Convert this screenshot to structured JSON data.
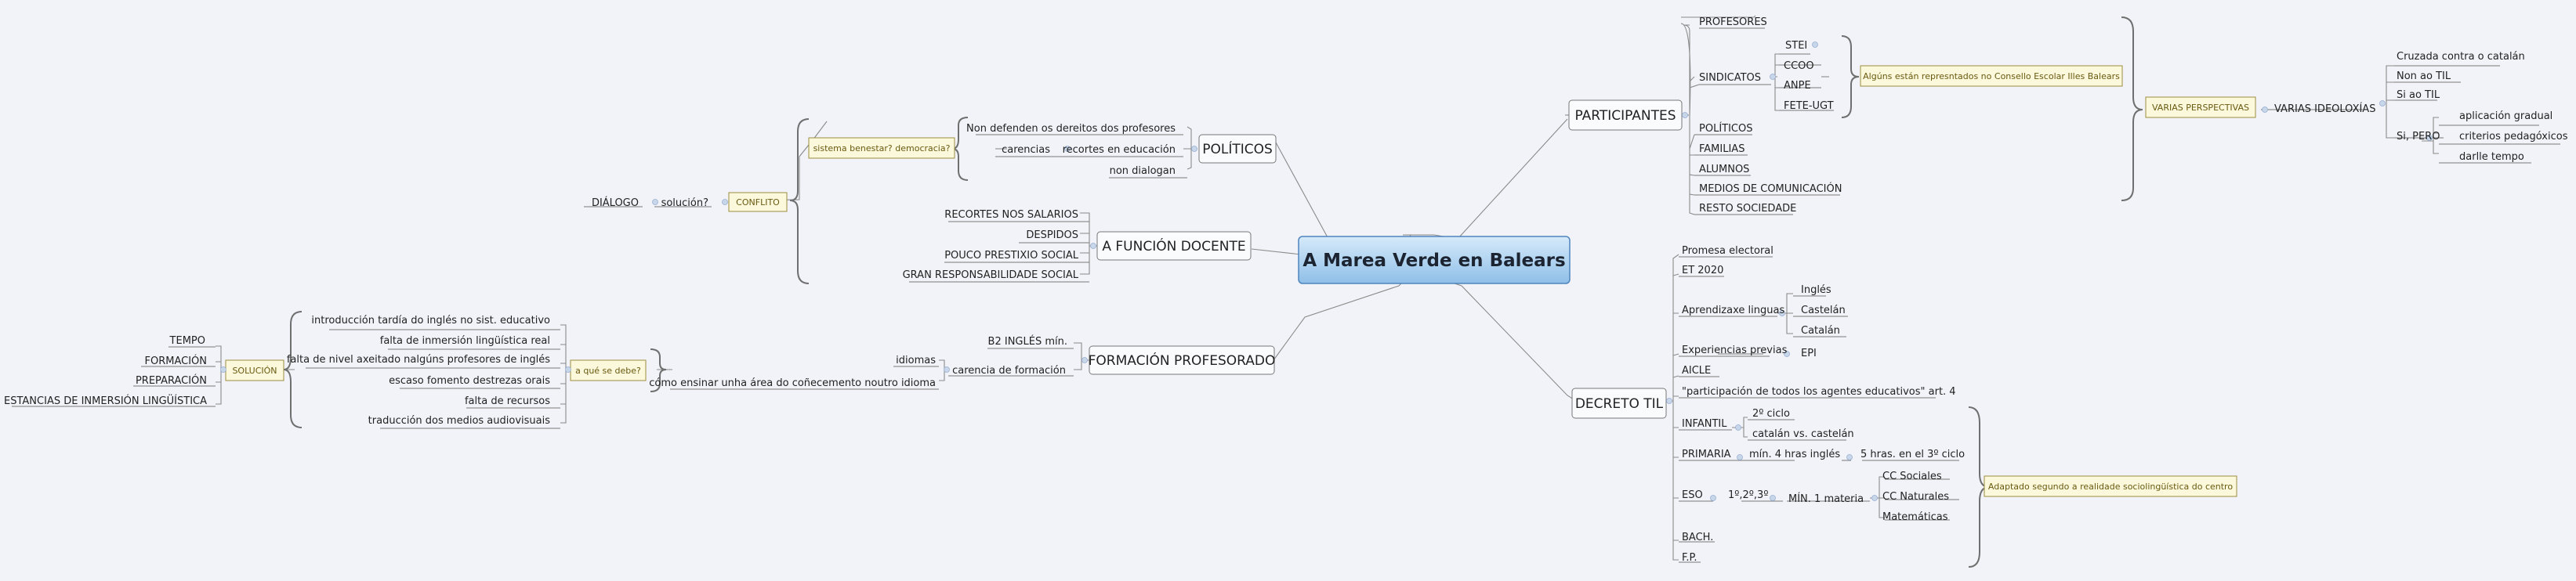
{
  "central": "A Marea Verde en Balears",
  "branches": {
    "participantes": "PARTICIPANTES",
    "politicos": "POLÍTICOS",
    "funcion_docente": "A FUNCIÓN DOCENTE",
    "formacion": "FORMACIÓN PROFESORADO",
    "decreto": "DECRETO TIL"
  },
  "participantes": {
    "profesores": "PROFESORES",
    "sindicatos": "SINDICATOS",
    "sindicatos_items": [
      "STEI",
      "CCOO",
      "ANPE",
      "FETE-UGT"
    ],
    "sindicatos_callout": "Algúns están represntados no Consello Escolar Illes Balears",
    "varias_perspectivas": "VARIAS PERSPECTIVAS",
    "varias_ideoloxias": "VARIAS IDEOLOXÍAS",
    "ideoloxias": [
      "Cruzada contra o catalán",
      "Non ao TIL",
      "Si ao TIL",
      "Si, PERO"
    ],
    "pero_items": [
      "aplicación gradual",
      "criterios pedagóxicos",
      "darlle tempo"
    ],
    "others": [
      "POLÍTICOS",
      "FAMILIAS",
      "ALUMNOS",
      "MEDIOS DE COMUNICACIÓN",
      "RESTO SOCIEDADE"
    ]
  },
  "politicos": {
    "items": [
      "Non defenden os dereitos dos profesores",
      "carencias",
      "recortes en educación",
      "non dialogan"
    ],
    "callout": "sistema benestar? democracia?",
    "conflito": "CONFLITO",
    "solucion": "solución?",
    "dialogo": "DIÁLOGO"
  },
  "funcion_docente": {
    "items": [
      "RECORTES NOS SALARIOS",
      "DESPIDOS",
      "POUCO PRESTIXIO SOCIAL",
      "GRAN RESPONSABILIDADE SOCIAL"
    ]
  },
  "formacion": {
    "b2": "B2 INGLÉS mín.",
    "carencia": "carencia de formación",
    "idiomas": "idiomas",
    "area": "cómo ensinar unha área do coñecemento noutro idioma",
    "que_se_debe": "a qué se debe?",
    "causes": [
      "introducción tardía do inglés no sist. educativo",
      "falta de inmersión lingüística real",
      "falta de nivel axeitado nalgúns profesores de inglés",
      "escaso fomento destrezas orais",
      "falta de recursos",
      "traducción dos medios audiovisuais"
    ],
    "solucion": "SOLUCIÓN",
    "solucion_items": [
      "TEMPO",
      "FORMACIÓN",
      "PREPARACIÓN",
      "ESTANCIAS DE INMERSIÓN LINGÜÍSTICA"
    ]
  },
  "decreto": {
    "promesa": "Promesa electoral",
    "et2020": "ET 2020",
    "aprendizaxe": "Aprendizaxe linguas",
    "linguas": [
      "Inglés",
      "Castelán",
      "Catalán"
    ],
    "experiencias": "Experiencias previas",
    "epi": "EPI",
    "aicle": "AICLE",
    "participacion": "\"participación de todos los agentes educativos\" art. 4",
    "infantil": "INFANTIL",
    "infantil_items": [
      "2º ciclo",
      "catalán vs. castelán"
    ],
    "primaria": "PRIMARIA",
    "primaria_min": "mín. 4 hras inglés",
    "primaria_5": "5 hras. en el 3º ciclo",
    "eso": "ESO",
    "eso_cursos": "1º,2º,3º",
    "min1": "MÍN. 1 materia",
    "materias": [
      "CC Sociales",
      "CC Naturales",
      "Matemáticas"
    ],
    "bach": "BACH.",
    "fp": "F.P.",
    "callout": "Adaptado segundo a realidade sociolingüística do centro"
  },
  "colors": {
    "background": "#f2f3f8",
    "central_fill": "#a9d0f0",
    "central_border": "#4f84bd",
    "callout_fill": "#fbf8dc",
    "callout_border": "#9c8e3c",
    "line": "#7f7f7f",
    "marker": "#c8d6ea"
  }
}
